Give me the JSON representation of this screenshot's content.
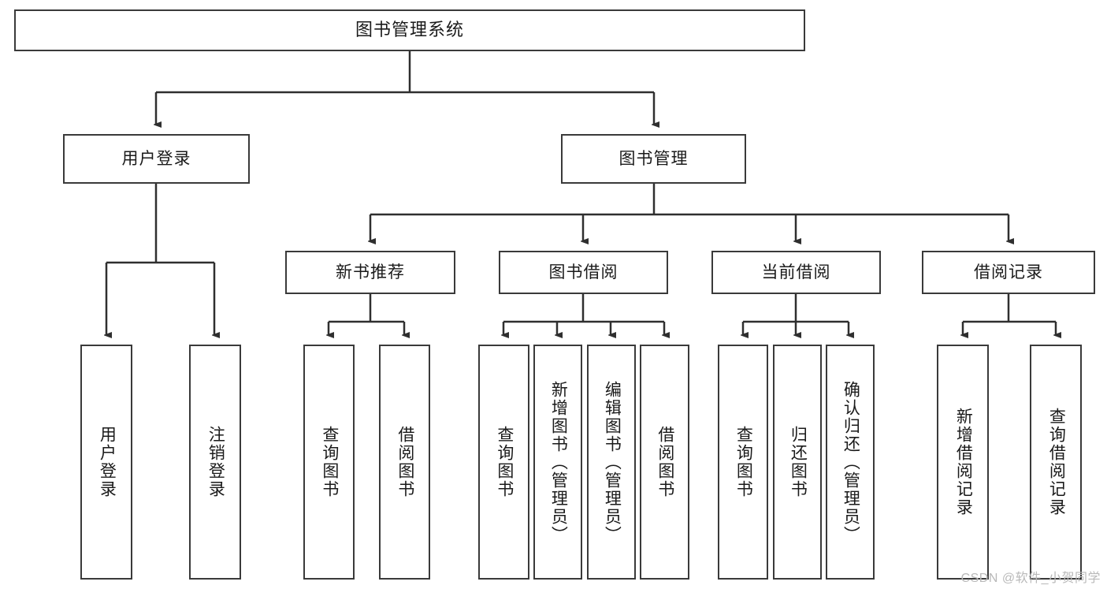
{
  "diagram": {
    "title": "图书管理系统",
    "watermark": "CSDN @软件_小贺同学",
    "colors": {
      "border": "#3a3a3a",
      "background": "#ffffff",
      "text": "#1a1a1a",
      "wire": "#2f2f2f",
      "watermark": "#b9b9b9"
    },
    "root": {
      "label": "图书管理系统"
    },
    "level2": [
      {
        "id": "user-login",
        "label": "用户登录"
      },
      {
        "id": "book-management",
        "label": "图书管理"
      }
    ],
    "level3": [
      {
        "id": "new-book-recommend",
        "label": "新书推荐"
      },
      {
        "id": "book-borrow",
        "label": "图书借阅"
      },
      {
        "id": "current-borrow",
        "label": "当前借阅"
      },
      {
        "id": "borrow-record",
        "label": "借阅记录"
      }
    ],
    "leaves": {
      "user-login": [
        {
          "id": "leaf-user-login",
          "label": "用户登录"
        },
        {
          "id": "leaf-logout-login",
          "label": "注销登录"
        }
      ],
      "new-book-recommend": [
        {
          "id": "leaf-query-book-1",
          "label": "查询图书"
        },
        {
          "id": "leaf-borrow-book-1",
          "label": "借阅图书"
        }
      ],
      "book-borrow": [
        {
          "id": "leaf-query-book-2",
          "label": "查询图书"
        },
        {
          "id": "leaf-add-book",
          "label": "新增图书（管理员）"
        },
        {
          "id": "leaf-edit-book",
          "label": "编辑图书（管理员）"
        },
        {
          "id": "leaf-borrow-book-2",
          "label": "借阅图书"
        }
      ],
      "current-borrow": [
        {
          "id": "leaf-query-book-3",
          "label": "查询图书"
        },
        {
          "id": "leaf-return-book",
          "label": "归还图书"
        },
        {
          "id": "leaf-confirm-return",
          "label": "确认归还（管理员）"
        }
      ],
      "borrow-record": [
        {
          "id": "leaf-add-record",
          "label": "新增借阅记录"
        },
        {
          "id": "leaf-query-record",
          "label": "查询借阅记录"
        }
      ]
    }
  }
}
